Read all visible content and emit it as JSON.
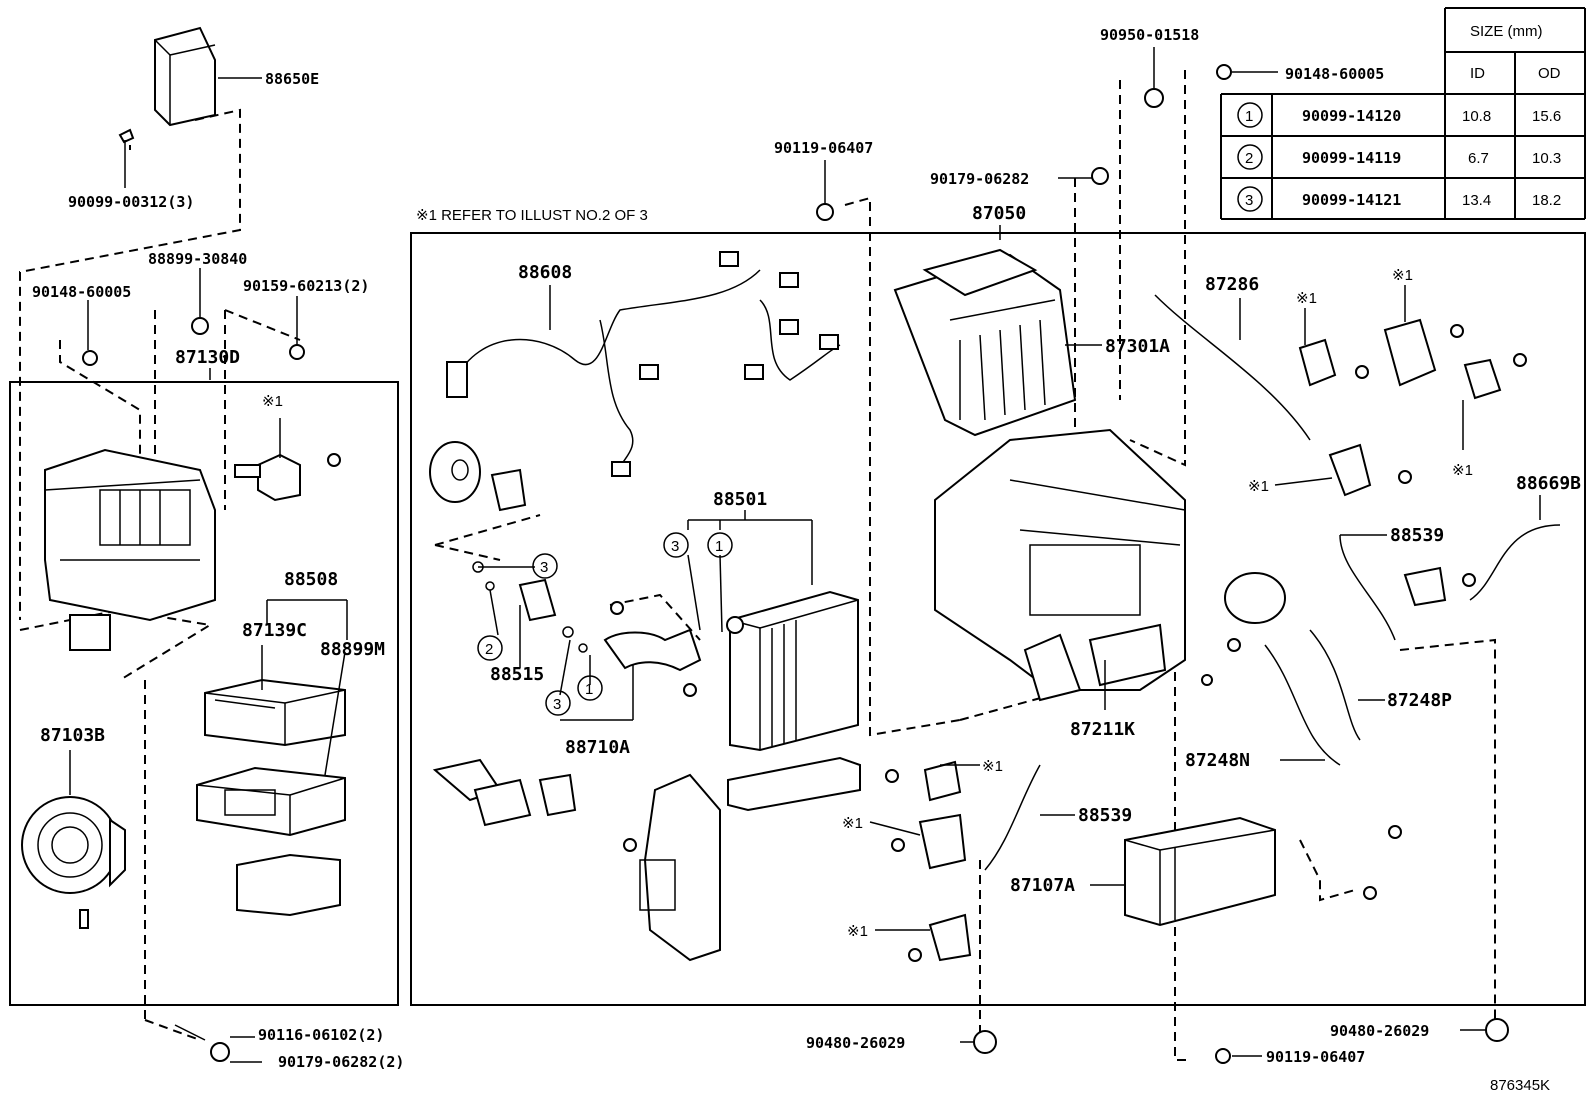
{
  "callouts": {
    "p88650E": "88650E",
    "p90099_00312": "90099-00312(3)",
    "p88899_30840": "88899-30840",
    "p90148_60005_a": "90148-60005",
    "p90159_60213": "90159-60213(2)",
    "p87130D": "87130D",
    "p88508": "88508",
    "p87139C": "87139C",
    "p88899M": "88899M",
    "p87103B": "87103B",
    "p90116_06102": "90116-06102(2)",
    "p90179_06282_b": "90179-06282(2)",
    "p90119_06407_a": "90119-06407",
    "p90179_06282_a": "90179-06282",
    "p90950_01518": "90950-01518",
    "p90148_60005_b": "90148-60005",
    "p87050": "87050",
    "p88608": "88608",
    "p87301A": "87301A",
    "p87286": "87286",
    "p88501": "88501",
    "p88515": "88515",
    "p88710A": "88710A",
    "p87211K": "87211K",
    "p88669B": "88669B",
    "p88539_a": "88539",
    "p88539_b": "88539",
    "p87248P": "87248P",
    "p87248N": "87248N",
    "p87107A": "87107A",
    "p90480_26029_a": "90480-26029",
    "p90480_26029_b": "90480-26029",
    "p90119_06407_b": "90119-06407",
    "ref": "※1",
    "circ1": "1",
    "circ2": "2",
    "circ3": "3"
  },
  "refer_note": "※1 REFER TO ILLUST NO.2 OF 3",
  "illustration_code": "876345K",
  "size_table": {
    "header": "SIZE (mm)",
    "col_id": "ID",
    "col_od": "OD",
    "rows": [
      {
        "mark": "1",
        "part": "90099-14120",
        "id": "10.8",
        "od": "15.6"
      },
      {
        "mark": "2",
        "part": "90099-14119",
        "id": "6.7",
        "od": "10.3"
      },
      {
        "mark": "3",
        "part": "90099-14121",
        "id": "13.4",
        "od": "18.2"
      }
    ]
  },
  "colors": {
    "ink": "#000000",
    "paper": "#ffffff"
  }
}
